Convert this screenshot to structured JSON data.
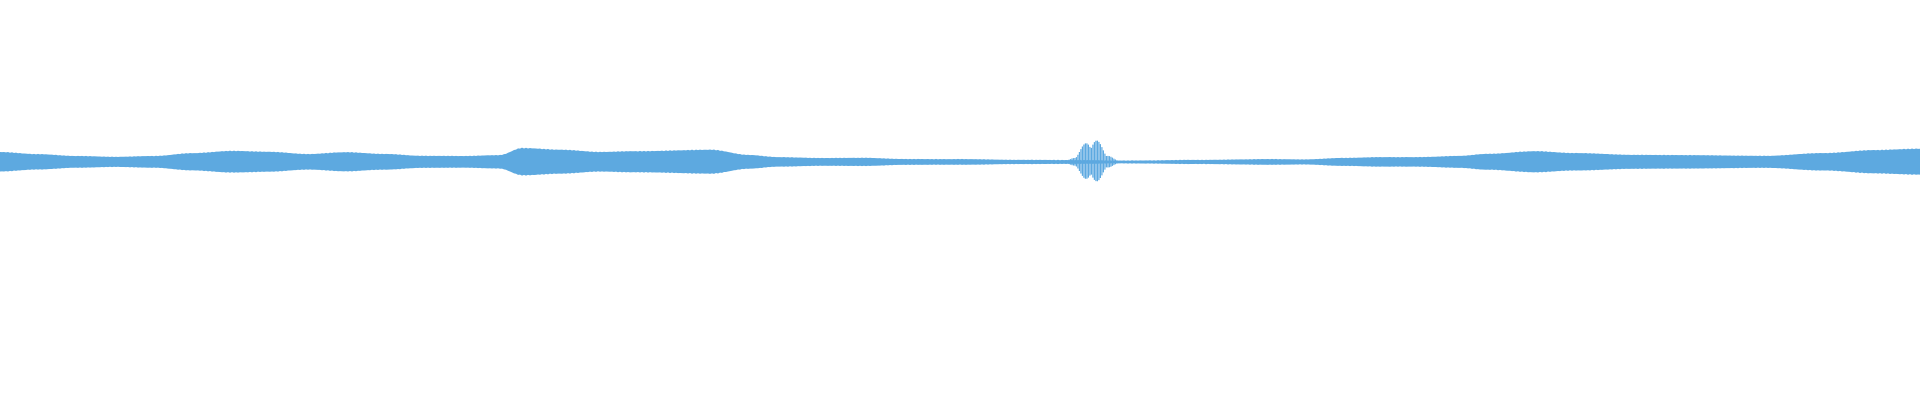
{
  "waveform": {
    "color": "#5DA9E0",
    "background": "#ffffff",
    "envelope": [
      [
        0.0,
        10
      ],
      [
        0.02,
        8
      ],
      [
        0.04,
        6
      ],
      [
        0.06,
        5
      ],
      [
        0.08,
        6
      ],
      [
        0.1,
        9
      ],
      [
        0.12,
        11
      ],
      [
        0.14,
        10
      ],
      [
        0.16,
        8
      ],
      [
        0.18,
        10
      ],
      [
        0.2,
        8
      ],
      [
        0.22,
        6
      ],
      [
        0.24,
        6
      ],
      [
        0.26,
        7
      ],
      [
        0.272,
        14
      ],
      [
        0.292,
        12
      ],
      [
        0.312,
        10
      ],
      [
        0.33,
        11
      ],
      [
        0.37,
        12
      ],
      [
        0.39,
        7
      ],
      [
        0.405,
        5
      ],
      [
        0.43,
        4
      ],
      [
        0.45,
        4
      ],
      [
        0.47,
        3
      ],
      [
        0.5,
        3
      ],
      [
        0.53,
        2
      ],
      [
        0.55,
        2
      ],
      [
        0.56,
        2
      ],
      [
        0.57,
        2
      ],
      [
        0.58,
        1.5
      ],
      [
        0.6,
        1.5
      ],
      [
        0.62,
        2
      ],
      [
        0.66,
        3
      ],
      [
        0.68,
        2.5
      ],
      [
        0.7,
        4
      ],
      [
        0.72,
        5
      ],
      [
        0.74,
        5
      ],
      [
        0.76,
        6
      ],
      [
        0.775,
        8
      ],
      [
        0.8,
        11
      ],
      [
        0.82,
        9
      ],
      [
        0.85,
        7
      ],
      [
        0.88,
        7
      ],
      [
        0.92,
        6
      ],
      [
        0.95,
        9
      ],
      [
        0.975,
        12
      ],
      [
        1.0,
        13
      ]
    ],
    "transient": {
      "center": 0.569,
      "width": 0.008,
      "amplitude": 24
    },
    "center_line_fraction": 0.405
  }
}
